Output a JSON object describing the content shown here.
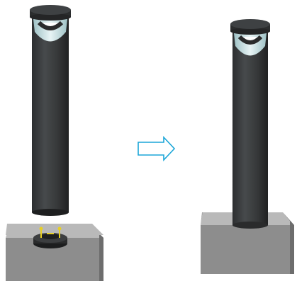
{
  "figure": {
    "panels": [
      {
        "step": "before",
        "parts": [
          "bollard-post",
          "lens-window",
          "top-cap",
          "concrete-base",
          "mounting-flange",
          "anchor-bolts"
        ]
      },
      {
        "step": "after",
        "parts": [
          "bollard-post",
          "lens-window",
          "top-cap",
          "concrete-base"
        ]
      }
    ],
    "transition": {
      "icon": "right-arrow-icon",
      "color": "#1ba6d8"
    },
    "colors": {
      "post": "#3b3d3f",
      "post_shadow": "#242526",
      "cap": "#2e3031",
      "lens": "#cfe3e6",
      "base_front": "#8d8d8d",
      "base_side": "#6d6d6d",
      "base_top": "#b9b9b9",
      "bolts": "#e7cf26"
    }
  }
}
